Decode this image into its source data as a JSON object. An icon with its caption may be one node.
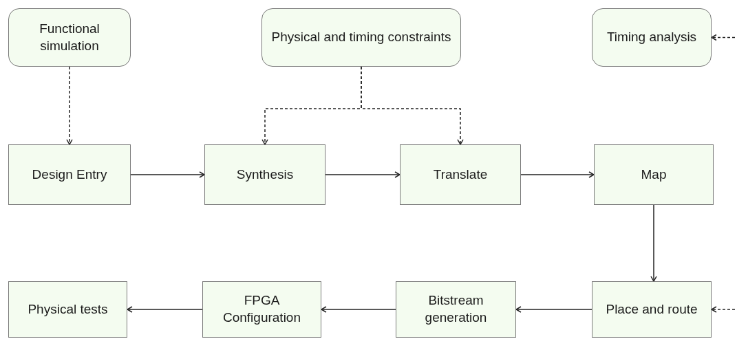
{
  "diagram": {
    "nodes": [
      {
        "text": [
          "Functional simulation"
        ]
      },
      {
        "text": [
          "Physical and timing constraints"
        ]
      },
      {
        "text": [
          "Timing analysis"
        ]
      },
      {
        "text": [
          "Design Entry"
        ]
      },
      {
        "text": [
          "Synthesis"
        ]
      },
      {
        "text": [
          "Translate"
        ]
      },
      {
        "text": [
          "Map"
        ]
      },
      {
        "text": [
          "Physical tests"
        ]
      },
      {
        "text": [
          "FPGA Configuration"
        ]
      },
      {
        "text": [
          "Bitstream generation"
        ]
      },
      {
        "text": [
          "Place and route"
        ]
      }
    ],
    "edges": [
      {
        "from": 0,
        "to": 3,
        "arrow": "to",
        "style": "dashed"
      },
      {
        "from": 1,
        "to": 4,
        "arrow": "to",
        "style": "dashed"
      },
      {
        "from": 1,
        "to": 5,
        "arrow": "to",
        "style": "dashed"
      },
      {
        "from": null,
        "to": 2,
        "arrow": "to",
        "style": "dashed"
      },
      {
        "from": 3,
        "to": 4,
        "arrow": "to"
      },
      {
        "from": 4,
        "to": 5,
        "arrow": "to"
      },
      {
        "from": 5,
        "to": 6,
        "arrow": "to"
      },
      {
        "from": 6,
        "to": 10,
        "arrow": "to"
      },
      {
        "from": 10,
        "to": 9,
        "arrow": "to"
      },
      {
        "from": 9,
        "to": 8,
        "arrow": "to"
      },
      {
        "from": 8,
        "to": 7,
        "arrow": "to"
      },
      {
        "from": null,
        "to": 10,
        "arrow": "to",
        "style": "dashed"
      }
    ]
  }
}
